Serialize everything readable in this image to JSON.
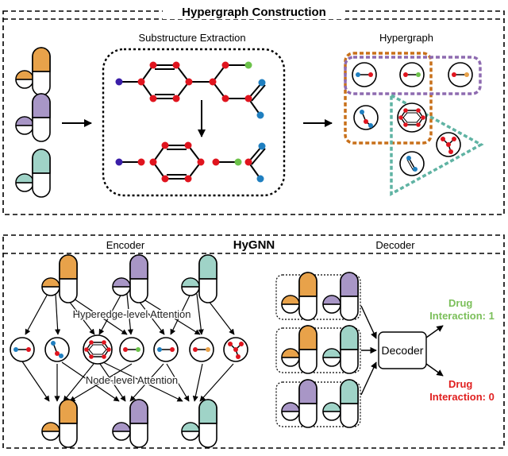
{
  "top_panel": {
    "title": "Hypergraph Construction",
    "substructure_label": "Substructure Extraction",
    "hypergraph_label": "Hypergraph"
  },
  "bottom_panel": {
    "title": "HyGNN",
    "encoder_label": "Encoder",
    "decoder_label": "Decoder",
    "hyperedge_attention_label": "Hyperedge-level Attention",
    "node_attention_label": "Node-level Attention",
    "decoder_box_label": "Decoder",
    "output_positive": "Drug\nInteraction: 1",
    "output_negative": "Drug\nInteraction: 0"
  },
  "colors": {
    "orange": "#e8a24a",
    "purple": "#a896c6",
    "teal": "#9fd3c7",
    "atom_red": "#e0141e",
    "atom_blue": "#1f7fc0",
    "atom_green": "#6cc24a",
    "atom_navy": "#3a1ea8",
    "hyper_orange": "#c8701a",
    "hyper_purple": "#8e6bb0",
    "hyper_teal": "#5fb3a3",
    "positive_text": "#7bbf5a",
    "negative_text": "#e02020"
  }
}
